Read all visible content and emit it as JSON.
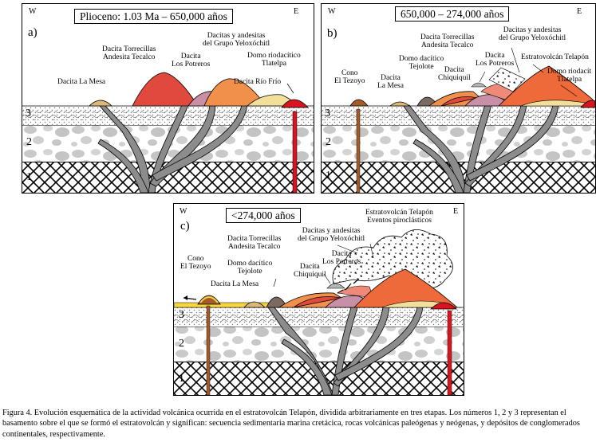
{
  "panels": {
    "a": {
      "letter": "a)",
      "west": "W",
      "east": "E",
      "title": "Plioceno:  1.03 Ma – 650,000 años",
      "labels": {
        "dacita_la_mesa": "Dacita La  Mesa",
        "torrecillas_1": "Dacita Torrecillas",
        "torrecillas_2": "Andesita Tecalco",
        "potreros_1": "Dacita",
        "potreros_2": "Los Potreros",
        "yeloxochitl_1": "Dacitas y andesitas",
        "yeloxochitl_2": "del Grupo Yeloxóchitl",
        "domo_1": "Domo riodacítico",
        "domo_2": "Tlatelpa",
        "rio_frio": "Dacita Río Frío"
      },
      "numbers": [
        "3",
        "2",
        "1"
      ]
    },
    "b": {
      "letter": "b)",
      "west": "W",
      "east": "E",
      "title": "650,000 – 274,000 años",
      "labels": {
        "cono_1": "Cono",
        "cono_2": "El Tezoyo",
        "la_mesa_1": "Dacita",
        "la_mesa_2": "La  Mesa",
        "tejolote_1": "Domo dacítico",
        "tejolote_2": "Tejolote",
        "torrecillas_1": "Dacita Torrecillas",
        "torrecillas_2": "Andesita Tecalco",
        "chiquiquil_1": "Dacita",
        "chiquiquil_2": "Chiquiquil",
        "potreros_1": "Dacita",
        "potreros_2": "Los Potreros",
        "yeloxochitl_1": "Dacitas y andesitas",
        "yeloxochitl_2": "del Grupo Yeloxóchitl",
        "telapon": "Estratovolcán Telapón",
        "domo_1": "Domo riodacít",
        "domo_2": "Tlatelpa"
      },
      "numbers": [
        "3",
        "2",
        "1"
      ]
    },
    "c": {
      "letter": "c)",
      "west": "W",
      "east": "E",
      "title": "<274,000 años",
      "labels": {
        "telapon_1": "Estratovolcán Telapón",
        "telapon_2": "Eventos piroclásticos",
        "yeloxochitl_1": "Dacitas y andesitas",
        "yeloxochitl_2": "del Grupo Yeloxóchitl",
        "torrecillas_1": "Dacita Torrecillas",
        "torrecillas_2": "Andesita Tecalco",
        "potreros_1": "Dacita",
        "potreros_2": "Los Potreros",
        "cono_1": "Cono",
        "cono_2": "El Tezoyo",
        "tejolote_1": "Domo dacítico",
        "tejolote_2": "Tejolote",
        "chiquiquil_1": "Dacita",
        "chiquiquil_2": "Chiquiquil",
        "la_mesa": "Dacita La  Mesa"
      },
      "numbers": [
        "3",
        "2",
        "1"
      ]
    }
  },
  "colors": {
    "feeder": "#8c8c8c",
    "la_mesa": "#d9b878",
    "torrecillas": "#e04a3c",
    "potreros": "#c98fa6",
    "yeloxochitl": "#f0904a",
    "rio_frio": "#f2df9c",
    "tlatelpa": "#d8141e",
    "tezoyo": "#a55a2a",
    "tejolote": "#7a6a60",
    "chiquiquil": "#b4b4b4",
    "telapon": "#ef6a3a",
    "pyroclastic": "#f5d640"
  },
  "caption": "Figura 4. Evolución esquemática de la actividad volcánica ocurrida en el estratovolcán Telapón, dividida arbitrariamente en tres etapas. Los números 1, 2 y 3 representan el basamento sobre el que se formó el estratovolcán y significan: secuencia sedimentaria marina cretácica, rocas volcánicas paleógenas y neógenas, y depósitos de conglomerados continentales, respectivamente."
}
